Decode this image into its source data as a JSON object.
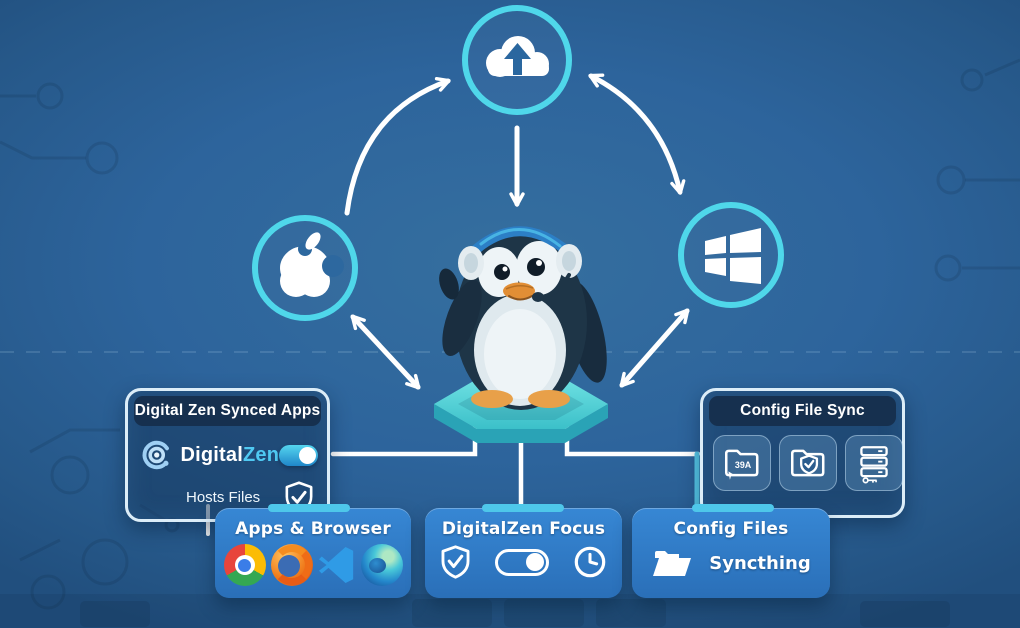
{
  "diagram": {
    "description": "Cross-platform sync diagram with penguin mascot",
    "nodes": [
      {
        "name": "cloud",
        "icon": "cloud-upload-icon"
      },
      {
        "name": "mac",
        "icon": "apple-icon"
      },
      {
        "name": "windows",
        "icon": "windows-icon"
      },
      {
        "name": "linux-mascot",
        "icon": "penguin-headset-mascot"
      }
    ],
    "arrows": [
      "apple-to-cloud",
      "cloud-windows-bidirectional",
      "cloud-to-penguin",
      "apple-hexagon-bidirectional",
      "windows-hexagon-bidirectional"
    ]
  },
  "cards": {
    "synced_apps": {
      "title": "Digital Zen Synced Apps",
      "brand": {
        "primary": "Digital",
        "accent": "Zen"
      },
      "toggle_on": true,
      "item_label": "Hosts Files",
      "item_icon": "shield-check-icon"
    },
    "config_sync": {
      "title": "Config File Sync",
      "folder_badge": "39A",
      "tiles": [
        "folder-39a-icon",
        "folder-shield-icon",
        "server-stack-icon"
      ]
    },
    "apps_browser": {
      "title": "Apps & Browser",
      "icons": [
        "chrome-icon",
        "firefox-icon",
        "vscode-icon",
        "edge-icon"
      ]
    },
    "focus": {
      "title": "DigitalZen Focus",
      "toggle_on": true,
      "icons": [
        "shield-check-icon",
        "toggle-icon",
        "clock-icon"
      ]
    },
    "config_files": {
      "title": "Config Files",
      "app": "Syncthing",
      "icon": "folder-icon"
    }
  },
  "colors": {
    "background": "#2d649c",
    "ring_accent": "#4fd7ea",
    "card_border": "#dcedf8",
    "card_fill": "#16355a",
    "header_fill": "#16304f",
    "bottom_card": "#2f7ac4",
    "notch": "#4ec7ea",
    "brand_accent": "#4fc9f2",
    "platform_top": "#58d4d8",
    "platform_side": "#2aa3b6",
    "arrow": "#ffffff"
  }
}
